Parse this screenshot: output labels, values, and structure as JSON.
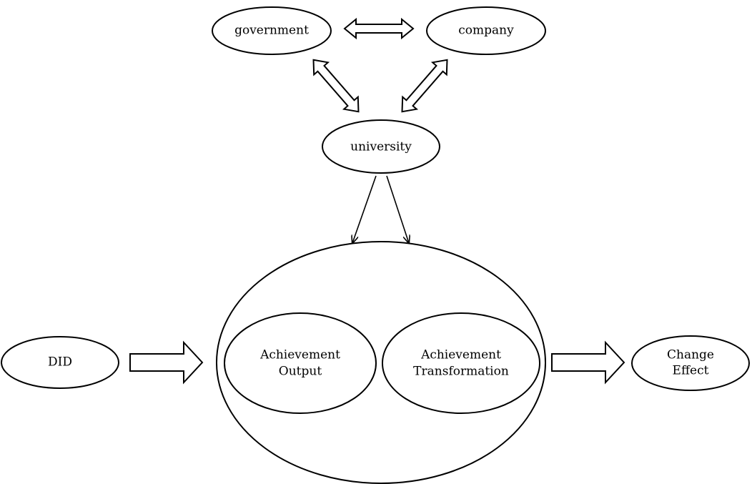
{
  "nodes": {
    "government": {
      "lines": [
        "government"
      ]
    },
    "company": {
      "lines": [
        "company"
      ]
    },
    "university": {
      "lines": [
        "university"
      ]
    },
    "did": {
      "lines": [
        "DID"
      ]
    },
    "achievement_output": {
      "lines": [
        "Achievement",
        "Output"
      ]
    },
    "achievement_transformation": {
      "lines": [
        "Achievement",
        "Transformation"
      ]
    },
    "change_effect": {
      "lines": [
        "Change",
        "Effect"
      ]
    }
  }
}
